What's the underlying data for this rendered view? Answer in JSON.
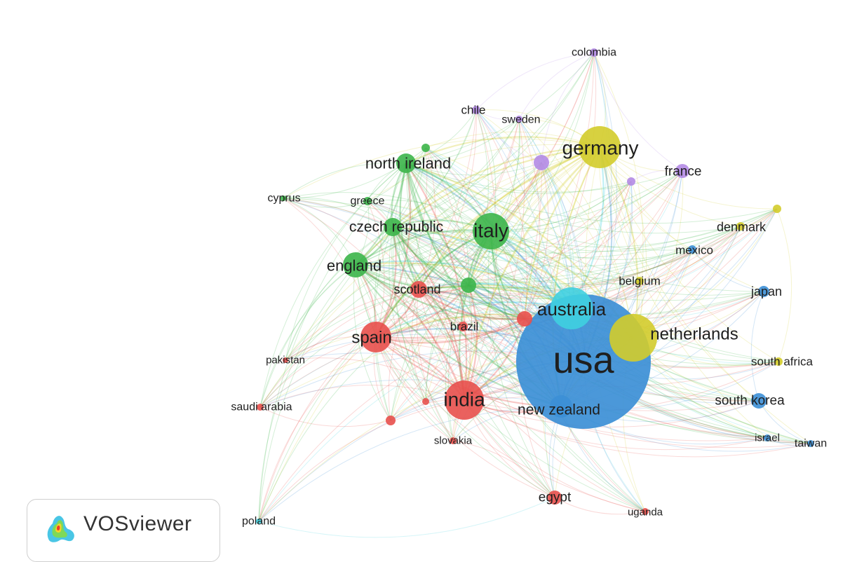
{
  "viewer": {
    "brand": "VOSviewer"
  },
  "clusters": {
    "red": "#e8504d",
    "green": "#3cb54a",
    "blue": "#3c8fd6",
    "yellow": "#d3cc2b",
    "purple": "#b48be6",
    "cyan": "#3fd0e0"
  },
  "nodes": [
    {
      "id": "usa",
      "label": "usa",
      "cluster": "blue"
    },
    {
      "id": "australia",
      "label": "australia",
      "cluster": "cyan"
    },
    {
      "id": "netherlands",
      "label": "netherlands",
      "cluster": "yellow"
    },
    {
      "id": "germany",
      "label": "germany",
      "cluster": "yellow"
    },
    {
      "id": "italy",
      "label": "italy",
      "cluster": "green"
    },
    {
      "id": "india",
      "label": "india",
      "cluster": "red"
    },
    {
      "id": "spain",
      "label": "spain",
      "cluster": "red"
    },
    {
      "id": "england",
      "label": "england",
      "cluster": "green"
    },
    {
      "id": "north-ireland",
      "label": "north ireland",
      "cluster": "green"
    },
    {
      "id": "czech-republic",
      "label": "czech republic",
      "cluster": "green"
    },
    {
      "id": "new-zealand",
      "label": "new zealand",
      "cluster": "blue"
    },
    {
      "id": "scotland",
      "label": "scotland",
      "cluster": "red"
    },
    {
      "id": "france",
      "label": "france",
      "cluster": "purple"
    },
    {
      "id": "south-korea",
      "label": "south korea",
      "cluster": "blue"
    },
    {
      "id": "japan",
      "label": "japan",
      "cluster": "blue"
    },
    {
      "id": "denmark",
      "label": "denmark",
      "cluster": "yellow"
    },
    {
      "id": "mexico",
      "label": "mexico",
      "cluster": "blue"
    },
    {
      "id": "belgium",
      "label": "belgium",
      "cluster": "yellow"
    },
    {
      "id": "south-africa",
      "label": "south africa",
      "cluster": "yellow"
    },
    {
      "id": "brazil",
      "label": "brazil",
      "cluster": "red"
    },
    {
      "id": "greece",
      "label": "greece",
      "cluster": "green"
    },
    {
      "id": "cyprus",
      "label": "cyprus",
      "cluster": "green"
    },
    {
      "id": "chile",
      "label": "chile",
      "cluster": "purple"
    },
    {
      "id": "sweden",
      "label": "sweden",
      "cluster": "purple"
    },
    {
      "id": "colombia",
      "label": "colombia",
      "cluster": "purple"
    },
    {
      "id": "egypt",
      "label": "egypt",
      "cluster": "red"
    },
    {
      "id": "uganda",
      "label": "uganda",
      "cluster": "red"
    },
    {
      "id": "slovakia",
      "label": "slovakia",
      "cluster": "red"
    },
    {
      "id": "saudi-arabia",
      "label": "saudi arabia",
      "cluster": "red"
    },
    {
      "id": "pakistan",
      "label": "pakistan",
      "cluster": "red"
    },
    {
      "id": "poland",
      "label": "poland",
      "cluster": "cyan"
    },
    {
      "id": "israel",
      "label": "israel",
      "cluster": "blue"
    },
    {
      "id": "taiwan",
      "label": "taiwan",
      "cluster": "blue"
    },
    {
      "id": "n-green-mid",
      "label": "",
      "cluster": "green"
    },
    {
      "id": "n-green-top",
      "label": "",
      "cluster": "green"
    },
    {
      "id": "n-purple-mid",
      "label": "",
      "cluster": "purple"
    },
    {
      "id": "n-purple-small",
      "label": "",
      "cluster": "purple"
    },
    {
      "id": "n-red-right",
      "label": "",
      "cluster": "red"
    },
    {
      "id": "n-red-small",
      "label": "",
      "cluster": "red"
    },
    {
      "id": "n-red-low",
      "label": "",
      "cluster": "red"
    },
    {
      "id": "n-yellow-right",
      "label": "",
      "cluster": "yellow"
    }
  ]
}
